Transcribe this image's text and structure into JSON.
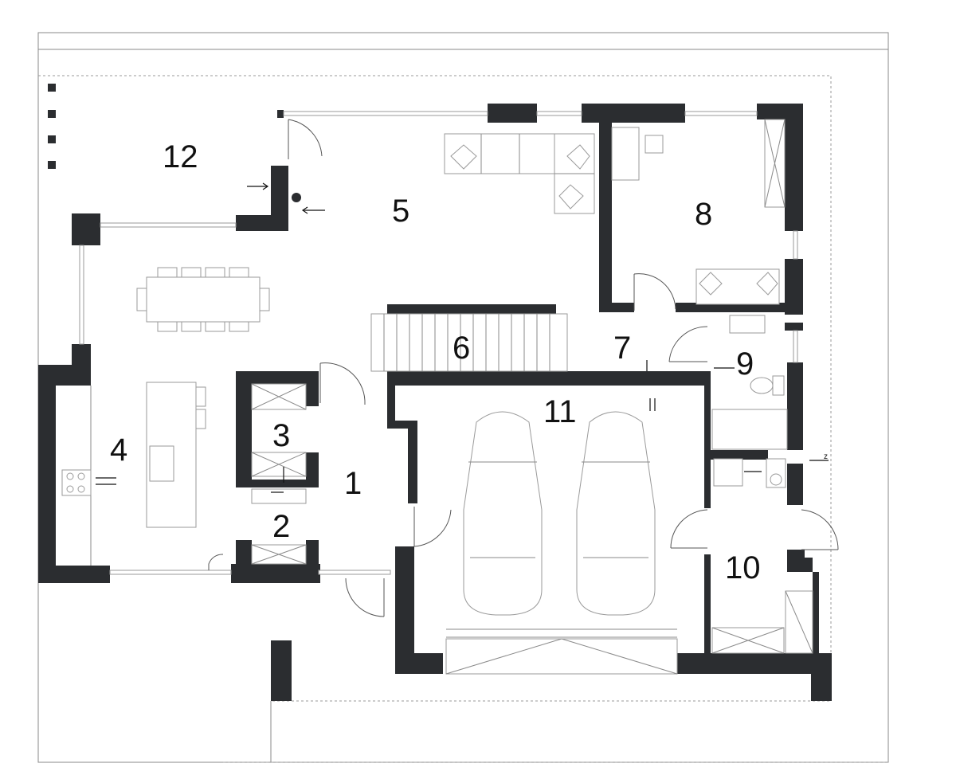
{
  "rooms": [
    {
      "id": "room-1",
      "number": "1"
    },
    {
      "id": "room-2",
      "number": "2"
    },
    {
      "id": "room-3",
      "number": "3"
    },
    {
      "id": "room-4",
      "number": "4"
    },
    {
      "id": "room-5",
      "number": "5"
    },
    {
      "id": "room-6",
      "number": "6"
    },
    {
      "id": "room-7",
      "number": "7"
    },
    {
      "id": "room-8",
      "number": "8"
    },
    {
      "id": "room-9",
      "number": "9"
    },
    {
      "id": "room-10",
      "number": "10"
    },
    {
      "id": "room-11",
      "number": "11"
    },
    {
      "id": "room-12",
      "number": "12"
    }
  ],
  "annotations": {
    "water_inlet_label": "z"
  },
  "colors": {
    "wall": "#2b2d30",
    "line": "#8a8a8a",
    "background": "#ffffff"
  }
}
